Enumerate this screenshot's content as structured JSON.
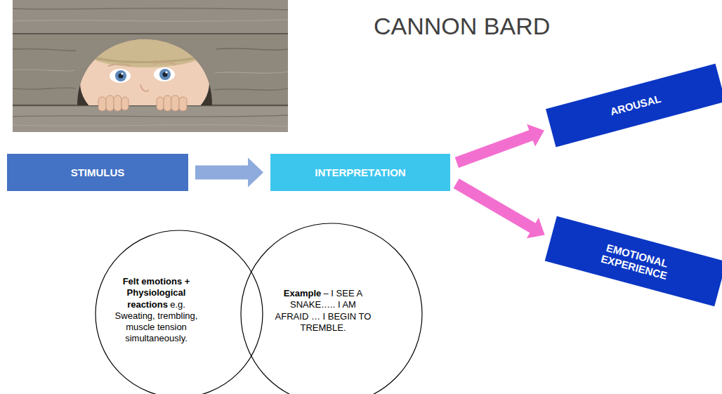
{
  "diagram": {
    "title": "CANNON BARD",
    "nodes": [
      {
        "text": [
          "STIMULUS"
        ]
      },
      {
        "text": [
          "INTERPRETATION"
        ]
      },
      {
        "text": [
          "AROUSAL"
        ]
      },
      {
        "text": [
          "EMOTIONAL EXPERIENCE"
        ]
      },
      {
        "text": [
          "Felt emotions + Physiological reactions",
          "e.g. Sweating, trembling, muscle tension simultaneously."
        ]
      },
      {
        "text": [
          "Example",
          "– I SEE A SNAKE….. I AM AFRAID … I BEGIN TO TREMBLE."
        ]
      }
    ],
    "edges": [
      {
        "from": 0,
        "to": 1,
        "arrow": "to"
      },
      {
        "from": 1,
        "to": 2,
        "arrow": "to"
      },
      {
        "from": 1,
        "to": 3,
        "arrow": "to"
      }
    ]
  }
}
